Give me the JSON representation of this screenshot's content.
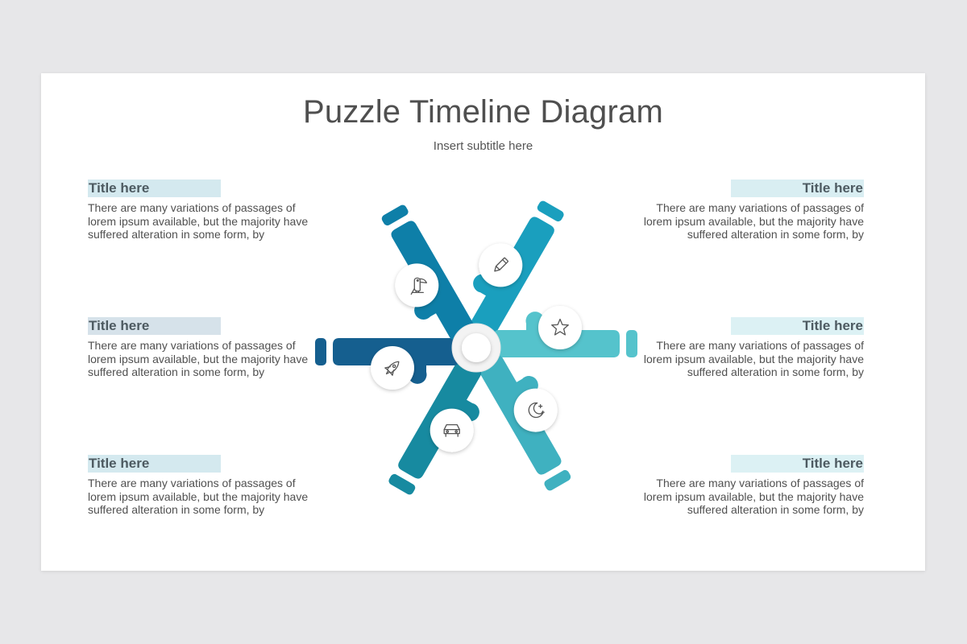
{
  "header": {
    "title": "Puzzle Timeline Diagram",
    "subtitle": "Insert subtitle here"
  },
  "items": [
    {
      "title": "Title here",
      "text": "There are many variations of passages of lorem ipsum available, but the majority have suffered alteration in some form, by",
      "bar_color": "#d4e9ef"
    },
    {
      "title": "Title here",
      "text": "There are many variations of passages of lorem ipsum available, but the majority have suffered alteration in some form, by",
      "bar_color": "#d6e2ea"
    },
    {
      "title": "Title here",
      "text": "There are many variations of passages of lorem ipsum available, but the majority have suffered alteration in some form, by",
      "bar_color": "#d4e9ef"
    },
    {
      "title": "Title here",
      "text": "There are many variations of passages of lorem ipsum available, but the majority have suffered alteration in some form, by",
      "bar_color": "#d9eef2"
    },
    {
      "title": "Title here",
      "text": "There are many variations of passages of lorem ipsum available, but the majority have suffered alteration in some form, by",
      "bar_color": "#dcf1f4"
    },
    {
      "title": "Title here",
      "text": "There are many variations of passages of lorem ipsum available, but the majority have suffered alteration in some form, by",
      "bar_color": "#dcf1f4"
    }
  ],
  "pieces": [
    {
      "color": "#1a9fbe",
      "icon": "pencil-icon"
    },
    {
      "color": "#55c3cc",
      "icon": "star-icon"
    },
    {
      "color": "#3fb1c0",
      "icon": "moon-stars-icon"
    },
    {
      "color": "#178aa0",
      "icon": "car-icon"
    },
    {
      "color": "#155f8f",
      "icon": "rocket-icon"
    },
    {
      "color": "#0e7fa8",
      "icon": "toucan-icon"
    }
  ]
}
